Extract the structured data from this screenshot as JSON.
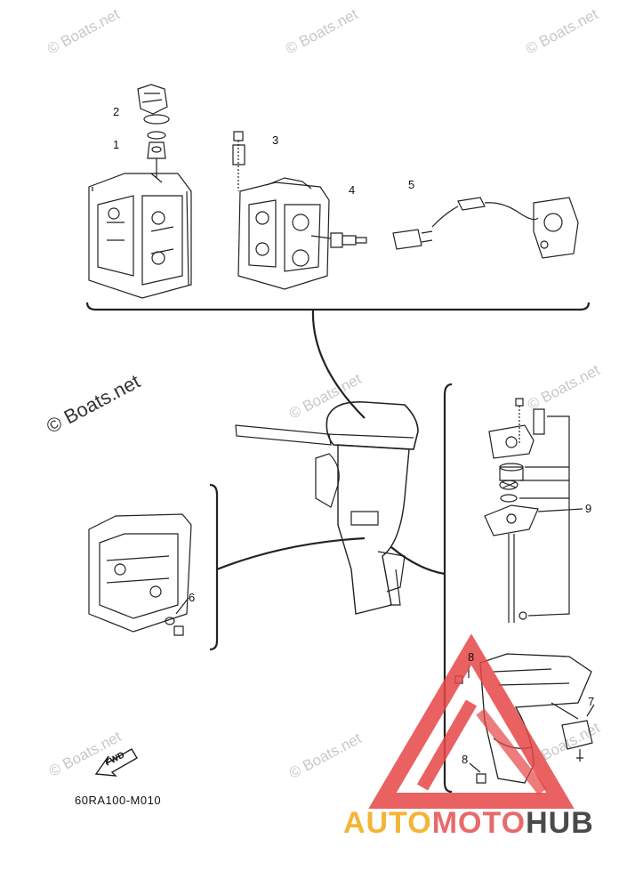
{
  "watermark": {
    "text": "© Boats.net",
    "big_text": "© Boats.net"
  },
  "callouts": [
    "1",
    "2",
    "3",
    "4",
    "5",
    "6",
    "7",
    "8",
    "8",
    "9"
  ],
  "fwd_label": "FWD",
  "diagram_code": "60RA100-M010",
  "brand": {
    "part1": "AUTO",
    "part2": "MOTO",
    "part3": "HUB"
  },
  "colors": {
    "triangle": "#e64545",
    "brand_auto": "#f5b436",
    "brand_moto": "#e86a6a",
    "brand_hub": "#4a4a4a"
  }
}
